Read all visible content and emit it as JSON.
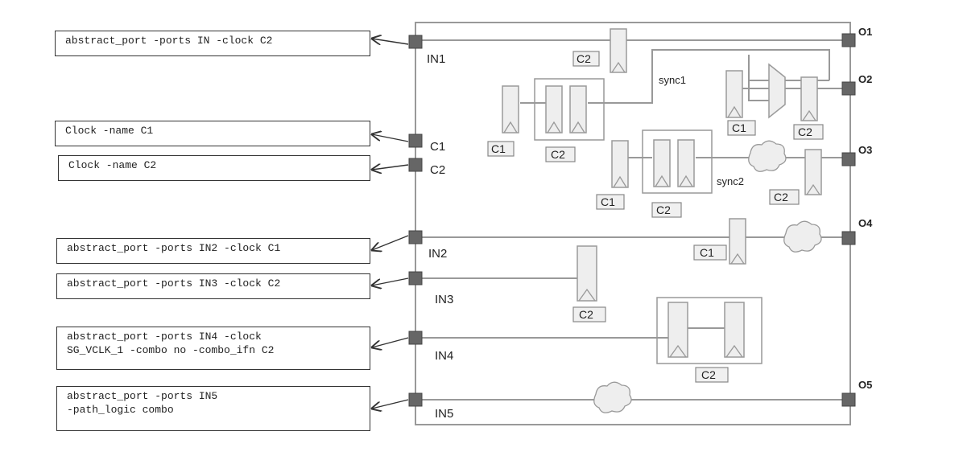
{
  "commands": [
    {
      "id": "cmd-in1",
      "lines": "abstract_port -ports IN -clock C2"
    },
    {
      "id": "cmd-c1",
      "lines": "Clock -name C1"
    },
    {
      "id": "cmd-c2",
      "lines": "Clock -name C2"
    },
    {
      "id": "cmd-in2",
      "lines": "abstract_port -ports IN2 -clock C1"
    },
    {
      "id": "cmd-in3",
      "lines": "abstract_port -ports IN3 -clock C2"
    },
    {
      "id": "cmd-in4",
      "lines": "abstract_port -ports IN4 -clock\nSG_VCLK_1 -combo no -combo_ifn C2"
    },
    {
      "id": "cmd-in5",
      "lines": "abstract_port -ports IN5\n-path_logic combo"
    }
  ],
  "ports": {
    "inputs": [
      "IN1",
      "C1",
      "C2",
      "IN2",
      "IN3",
      "IN4",
      "IN5"
    ],
    "outputs": [
      "O1",
      "O2",
      "O3",
      "O4",
      "O5"
    ]
  },
  "nets": {
    "sync1": "sync1",
    "sync2": "sync2"
  },
  "clock_tags": {
    "c1": "C1",
    "c2": "C2"
  }
}
